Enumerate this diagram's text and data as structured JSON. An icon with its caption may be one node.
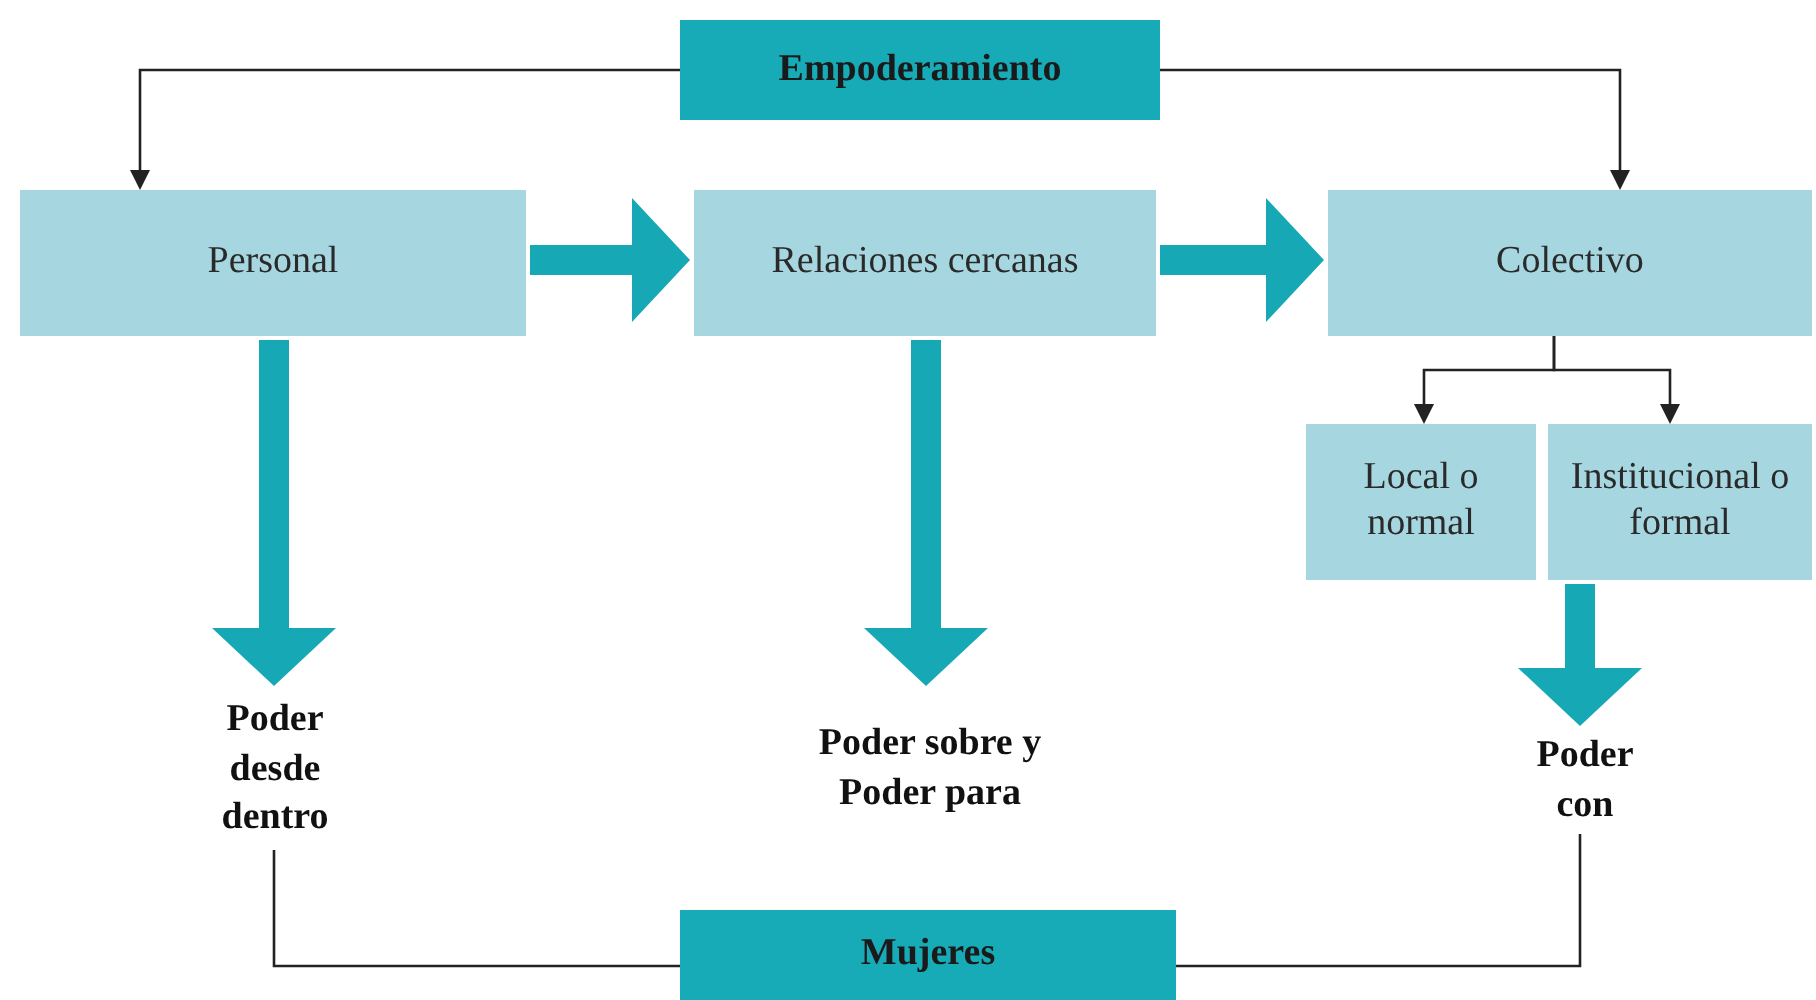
{
  "diagram": {
    "nodes": [
      {
        "text": [
          "Empoderamiento"
        ]
      },
      {
        "text": [
          "Personal"
        ]
      },
      {
        "text": [
          "Relaciones cercanas"
        ]
      },
      {
        "text": [
          "Colectivo"
        ]
      },
      {
        "text": [
          "Local o normal"
        ]
      },
      {
        "text": [
          "Institucional o formal"
        ]
      },
      {
        "text": [
          "Poder desde dentro"
        ]
      },
      {
        "text": [
          "Poder sobre y Poder para"
        ]
      },
      {
        "text": [
          "Poder con"
        ]
      },
      {
        "text": [
          "Mujeres"
        ]
      }
    ],
    "edges": [
      {
        "from": 0,
        "to": 1,
        "arrow": "to"
      },
      {
        "from": 0,
        "to": 3,
        "arrow": "to"
      },
      {
        "from": 1,
        "to": 2,
        "arrow": "to",
        "style": "thick",
        "color": "#17a8b6"
      },
      {
        "from": 2,
        "to": 3,
        "arrow": "to",
        "style": "thick",
        "color": "#17a8b6"
      },
      {
        "from": 3,
        "to": 4,
        "arrow": "to"
      },
      {
        "from": 3,
        "to": 5,
        "arrow": "to"
      },
      {
        "from": 1,
        "to": 6,
        "arrow": "to",
        "style": "thick",
        "color": "#17a8b6"
      },
      {
        "from": 2,
        "to": 7,
        "arrow": "to",
        "style": "thick",
        "color": "#17a8b6"
      },
      {
        "from": 5,
        "to": 8,
        "arrow": "to",
        "style": "thick",
        "color": "#17a8b6"
      },
      {
        "from": 6,
        "to": 9,
        "arrow": "none"
      },
      {
        "from": 9,
        "to": 8,
        "arrow": "none"
      }
    ]
  }
}
